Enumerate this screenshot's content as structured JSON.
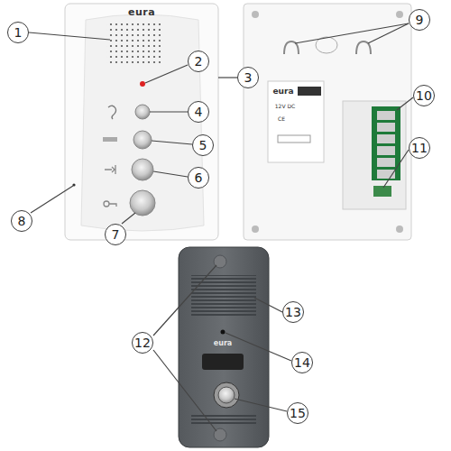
{
  "diagram": {
    "labels": [
      "1",
      "2",
      "3",
      "4",
      "5",
      "6",
      "7",
      "8",
      "9",
      "10",
      "11",
      "12",
      "13",
      "14",
      "15",
      "eura",
      "eura",
      "12V DC",
      "CE",
      "eura"
    ]
  }
}
